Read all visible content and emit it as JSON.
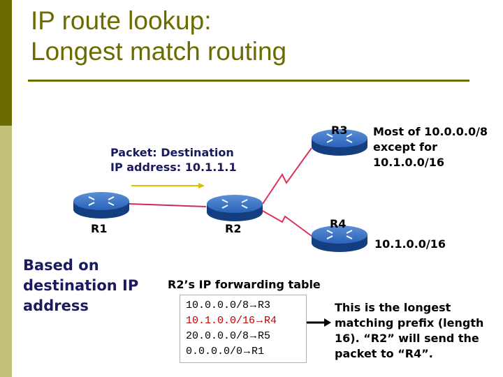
{
  "title": {
    "line1": "IP route lookup:",
    "line2": "Longest match routing"
  },
  "colors": {
    "accent": "#6b6b00",
    "sidebar_light": "#c2c27a",
    "router_blue": "#1f5fb4",
    "link_red": "#e0305a",
    "highlight_red": "#c00000",
    "packet_arrow": "#d8c000"
  },
  "packet_label": {
    "line1": "Packet: Destination",
    "line2": "IP address: 10.1.1.1"
  },
  "routers": {
    "r1": "R1",
    "r2": "R2",
    "r3": "R3",
    "r4": "R4"
  },
  "r3_note": {
    "line1": "Most of 10.0.0.0/8",
    "line2": "except for",
    "line3": "10.1.0.0/16"
  },
  "r4_note": "10.1.0.0/16",
  "left_note": {
    "line1": "Based on",
    "line2": "destination IP",
    "line3": "address"
  },
  "table": {
    "title": "R2’s IP forwarding table",
    "arrow_icon": "right-arrow-icon",
    "rows": [
      {
        "prefix": "10.0.0.0/8",
        "next_hop": "R3"
      },
      {
        "prefix": "10.1.0.0/16",
        "next_hop": "R4"
      },
      {
        "prefix": "20.0.0.0/8",
        "next_hop": "R5"
      },
      {
        "prefix": "0.0.0.0/0",
        "next_hop": "R1"
      }
    ]
  },
  "explanation": {
    "line1": "This is the longest",
    "line2": "matching prefix (length",
    "line3": "16).  “R2” will send the",
    "line4": "packet to “R4”."
  }
}
